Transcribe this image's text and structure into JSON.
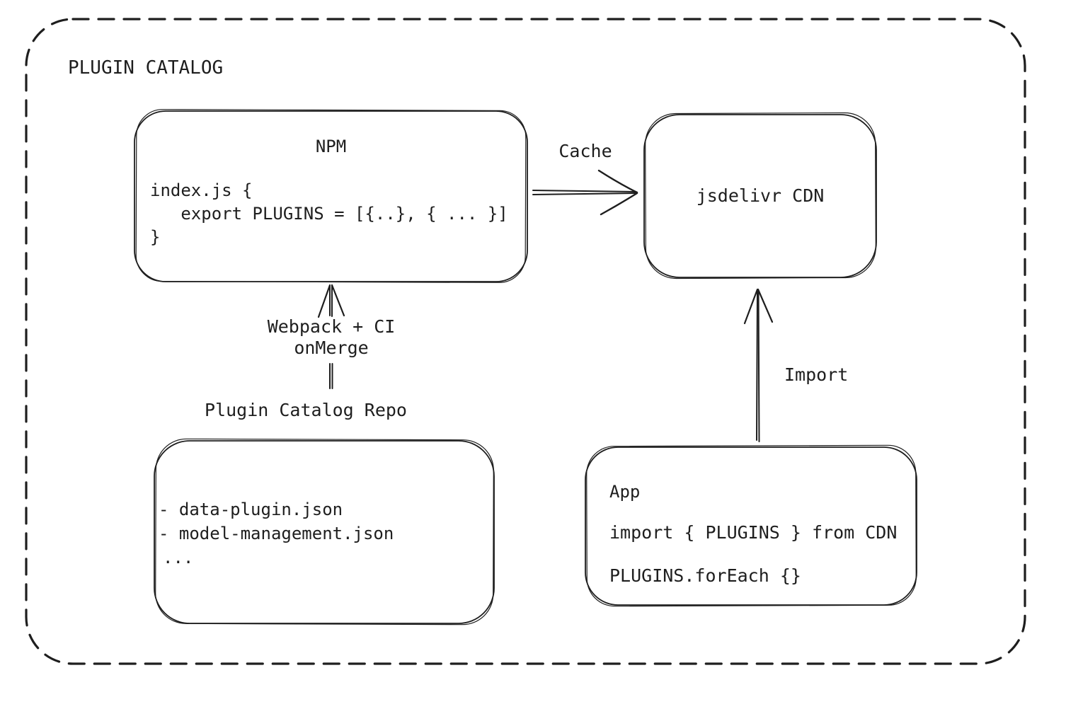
{
  "canvas": {
    "title": "PLUGIN CATALOG",
    "colors": {
      "stroke": "#1e1e1e",
      "background": "#ffffff"
    }
  },
  "nodes": {
    "npm": {
      "title": "NPM",
      "code": [
        "index.js {",
        "   export PLUGINS = [{..}, { ... }]",
        "}"
      ]
    },
    "cdn": {
      "label": "jsdelivr CDN"
    },
    "repo": {
      "label": "Plugin Catalog Repo",
      "files": [
        "- data-plugin.json",
        "- model-management.json",
        "..."
      ]
    },
    "app": {
      "title": "App",
      "code": [
        "import { PLUGINS } from CDN",
        "PLUGINS.forEach {}"
      ]
    }
  },
  "edges": {
    "cache": {
      "label": "Cache",
      "from": "NPM",
      "to": "jsdelivr CDN"
    },
    "build": {
      "label_lines": [
        "Webpack + CI",
        "onMerge"
      ],
      "from": "Plugin Catalog Repo",
      "to": "NPM"
    },
    "import": {
      "label": "Import",
      "from": "App",
      "to": "jsdelivr CDN"
    }
  }
}
